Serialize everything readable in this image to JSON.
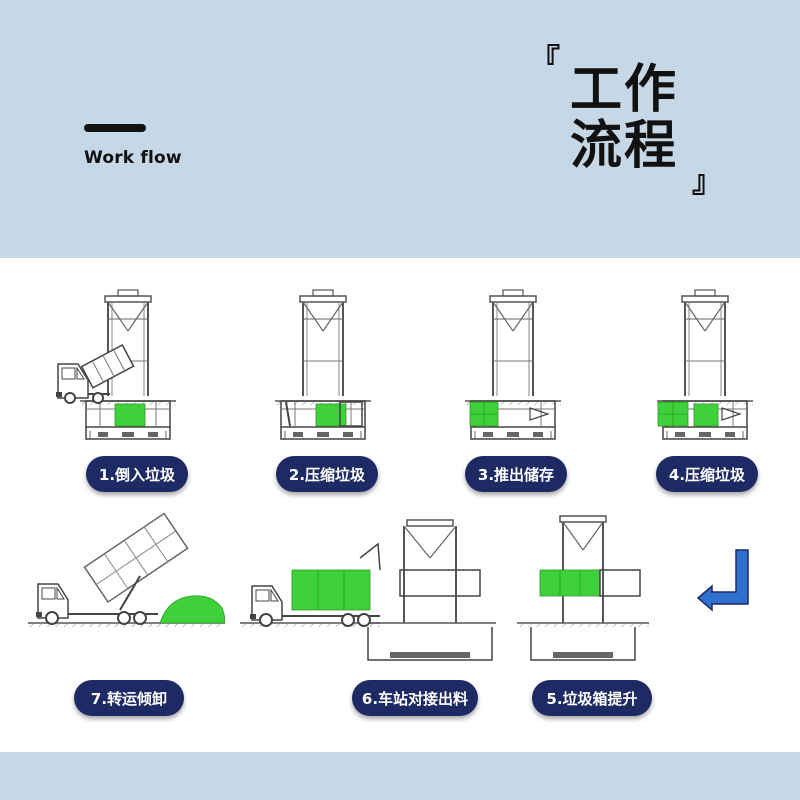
{
  "header": {
    "subtitle": "Work flow",
    "bracket_open": "『",
    "bracket_close": "』",
    "title": "工作流程"
  },
  "steps": [
    {
      "label": "1.倒入垃圾"
    },
    {
      "label": "2.压缩垃圾"
    },
    {
      "label": "3.推出储存"
    },
    {
      "label": "4.压缩垃圾"
    },
    {
      "label": "5.垃圾箱提升"
    },
    {
      "label": "6.车站对接出料"
    },
    {
      "label": "7.转运倾卸"
    }
  ],
  "colors": {
    "band": "#c6d7e6",
    "pill": "#1d2a63",
    "waste_green": "#3fd13b",
    "arrow_blue": "#2f6fcf",
    "line": "#555555"
  }
}
